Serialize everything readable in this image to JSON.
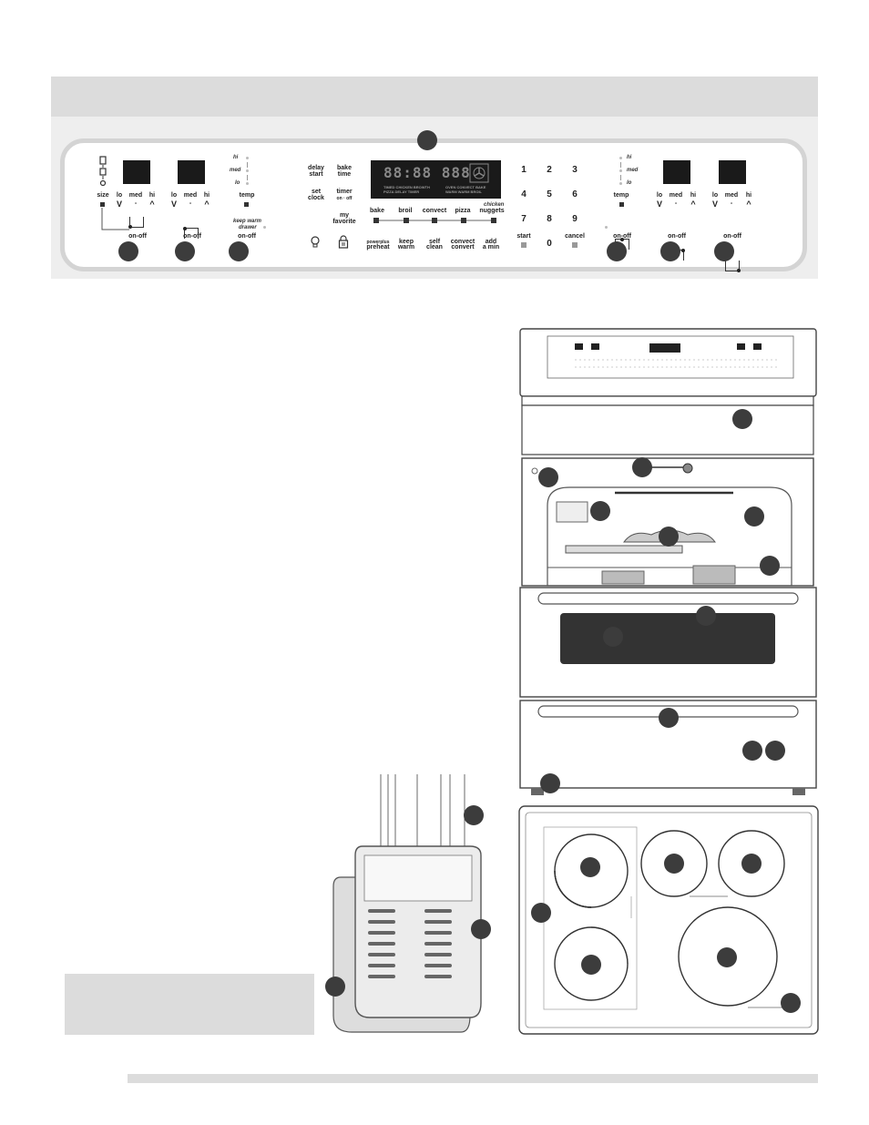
{
  "control_panel": {
    "left_elements": {
      "size_label": "size",
      "lo": "lo",
      "med": "med",
      "hi": "hi",
      "down": "V",
      "dash": "-",
      "up": "^",
      "on_off": "on-off",
      "temp": "temp",
      "hi_i": "hi",
      "med_i": "med",
      "lo_i": "lo",
      "keep_warm_drawer_1": "keep warm",
      "keep_warm_drawer_2": "drawer"
    },
    "function_keys": {
      "delay_start_1": "delay",
      "delay_start_2": "start",
      "bake_time_1": "bake",
      "bake_time_2": "time",
      "set_clock_1": "set",
      "set_clock_2": "clock",
      "timer_1": "timer",
      "timer_2": "on · off",
      "my_favorite_1": "my",
      "my_favorite_2": "favorite",
      "bake": "bake",
      "broil": "broil",
      "convect": "convect",
      "pizza": "pizza",
      "chicken_nuggets_1": "chicken",
      "chicken_nuggets_2": "nuggets",
      "powerplus_1": "powerplus",
      "powerplus_2": "preheat",
      "keep_warm_1": "keep",
      "keep_warm_2": "warm",
      "self_clean_1": "self",
      "self_clean_2": "clean",
      "convect_convert_1": "convect",
      "convect_convert_2": "convert",
      "add_min_1": "add",
      "add_min_2": "a min"
    },
    "display": {
      "digits": "88:88 888",
      "row1": "TIMED CHICKEN BROWTH",
      "row2": "PIZZA  DELAY TIMER",
      "row3": "OVEN  CONVECT BAKE",
      "row4": "WARM  WARM  BROIL"
    },
    "keypad": [
      "1",
      "2",
      "3",
      "4",
      "5",
      "6",
      "7",
      "8",
      "9",
      "0"
    ],
    "start": "start",
    "cancel": "cancel"
  },
  "icons": [
    "light-bulb-icon",
    "lock-icon",
    "fan-icon",
    "burner-size-icon"
  ]
}
